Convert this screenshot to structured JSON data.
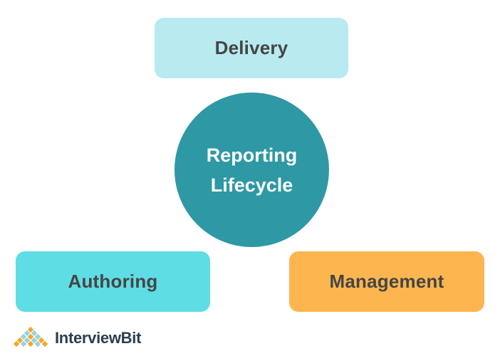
{
  "diagram": {
    "nodes": {
      "delivery": {
        "label": "Delivery",
        "color": "#b8eaf0"
      },
      "center": {
        "line1": "Reporting",
        "line2": "Lifecycle",
        "color": "#2e98a4"
      },
      "authoring": {
        "label": "Authoring",
        "color": "#5fdde5"
      },
      "management": {
        "label": "Management",
        "color": "#fdb64f"
      }
    }
  },
  "branding": {
    "logo_text": "InterviewBit",
    "logo_icon": "interviewbit-diamond-icon",
    "logo_colors": [
      "#f4a62a",
      "#9bd1d8",
      "#2c3e50"
    ]
  }
}
